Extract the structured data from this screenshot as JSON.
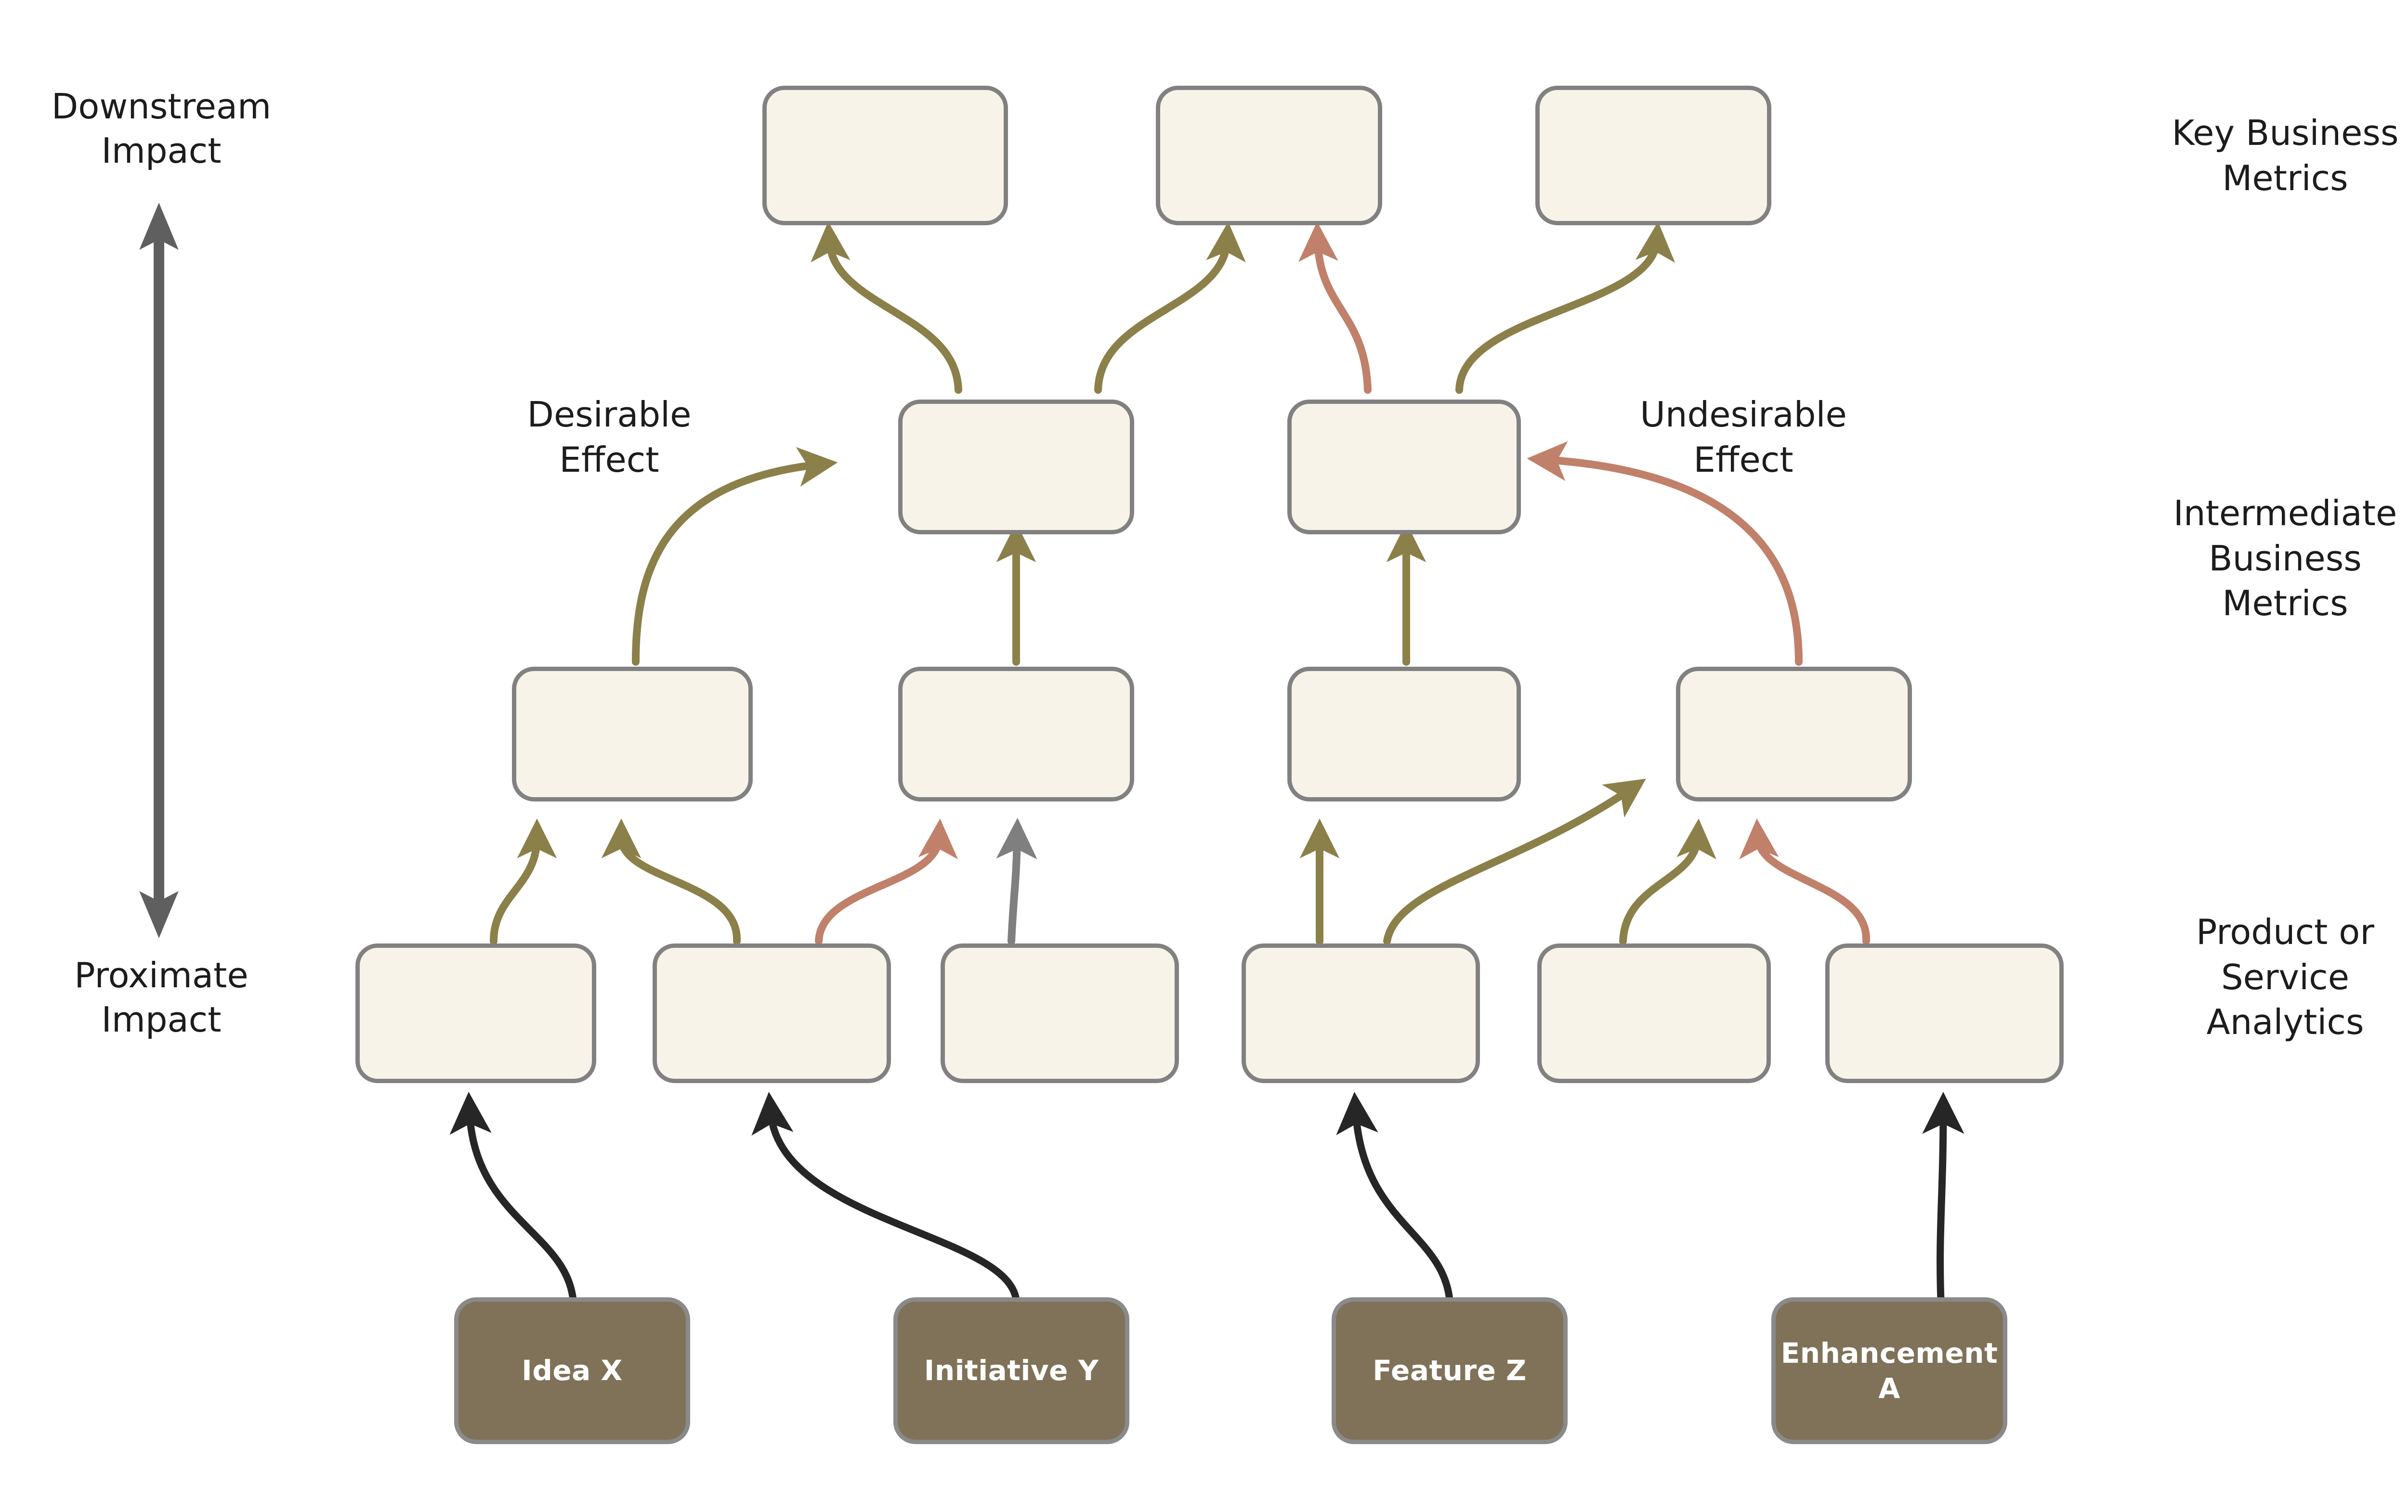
{
  "diagram": {
    "title": "Impact Mapping Diagram",
    "background": "#ffffff",
    "colors": {
      "metric_fill": "#f8f3e9",
      "metric_border": "#818181",
      "idea_fill": "#7f7259",
      "idea_border": "#8a8a8a",
      "desirable_arrow": "#8b8049",
      "undesirable_arrow": "#c0806a",
      "neutral_arrow": "#7f7f7f",
      "black_arrow": "#262626",
      "text": "#1c1c1c"
    }
  },
  "axis": {
    "top_label": "Downstream\nImpact",
    "top_label_line1": "Downstream",
    "top_label_line2": "Impact",
    "bottom_label_line1": "Proximate",
    "bottom_label_line2": "Impact",
    "direction": "bidirectional-vertical"
  },
  "lanes": [
    {
      "id": "key-business-metrics",
      "line1": "Key Business",
      "line2": "Metrics",
      "line3": ""
    },
    {
      "id": "intermediate-business-metrics",
      "line1": "Intermediate",
      "line2": "Business",
      "line3": "Metrics"
    },
    {
      "id": "product-or-service-analytics",
      "line1": "Product or",
      "line2": "Service",
      "line3": "Analytics"
    }
  ],
  "edge_labels": [
    {
      "id": "desirable-effect",
      "line1": "Desirable",
      "line2": "Effect",
      "color": "#8b8049"
    },
    {
      "id": "undesirable-effect",
      "line1": "Undesirable",
      "line2": "Effect",
      "color": "#c0806a"
    }
  ],
  "rows": {
    "key_business_metrics": [
      {
        "id": "kbm-1",
        "label": ""
      },
      {
        "id": "kbm-2",
        "label": ""
      },
      {
        "id": "kbm-3",
        "label": ""
      }
    ],
    "intermediate_business_metrics": [
      {
        "id": "ibm-1",
        "label": ""
      },
      {
        "id": "ibm-2",
        "label": ""
      }
    ],
    "analytics_upper": [
      {
        "id": "au-1",
        "label": ""
      },
      {
        "id": "au-2",
        "label": ""
      },
      {
        "id": "au-3",
        "label": ""
      },
      {
        "id": "au-4",
        "label": ""
      }
    ],
    "analytics_lower": [
      {
        "id": "al-1",
        "label": ""
      },
      {
        "id": "al-2",
        "label": ""
      },
      {
        "id": "al-3",
        "label": ""
      },
      {
        "id": "al-4",
        "label": ""
      },
      {
        "id": "al-5",
        "label": ""
      },
      {
        "id": "al-6",
        "label": ""
      }
    ],
    "ideas": [
      {
        "id": "idea-x",
        "label": "Idea X"
      },
      {
        "id": "initiative-y",
        "label": "Initiative Y"
      },
      {
        "id": "feature-z",
        "label": "Feature Z"
      },
      {
        "id": "enhancement-a",
        "label": "Enhancement A"
      }
    ]
  }
}
